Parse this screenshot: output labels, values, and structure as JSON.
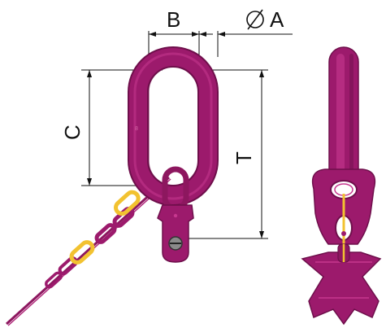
{
  "labels": {
    "dimension_a": "A",
    "dimension_b": "B",
    "dimension_c": "C",
    "dimension_t": "T"
  },
  "colors": {
    "link": "#9c1a6c",
    "link_highlight": "#c7388f",
    "link_shadow": "#6e0f4b",
    "gold": "#f2c230",
    "gold_shadow": "#b88a10",
    "dimension_line": "#111111",
    "background": "#ffffff"
  },
  "icons": {
    "diameter_symbol": "diameter-icon"
  }
}
